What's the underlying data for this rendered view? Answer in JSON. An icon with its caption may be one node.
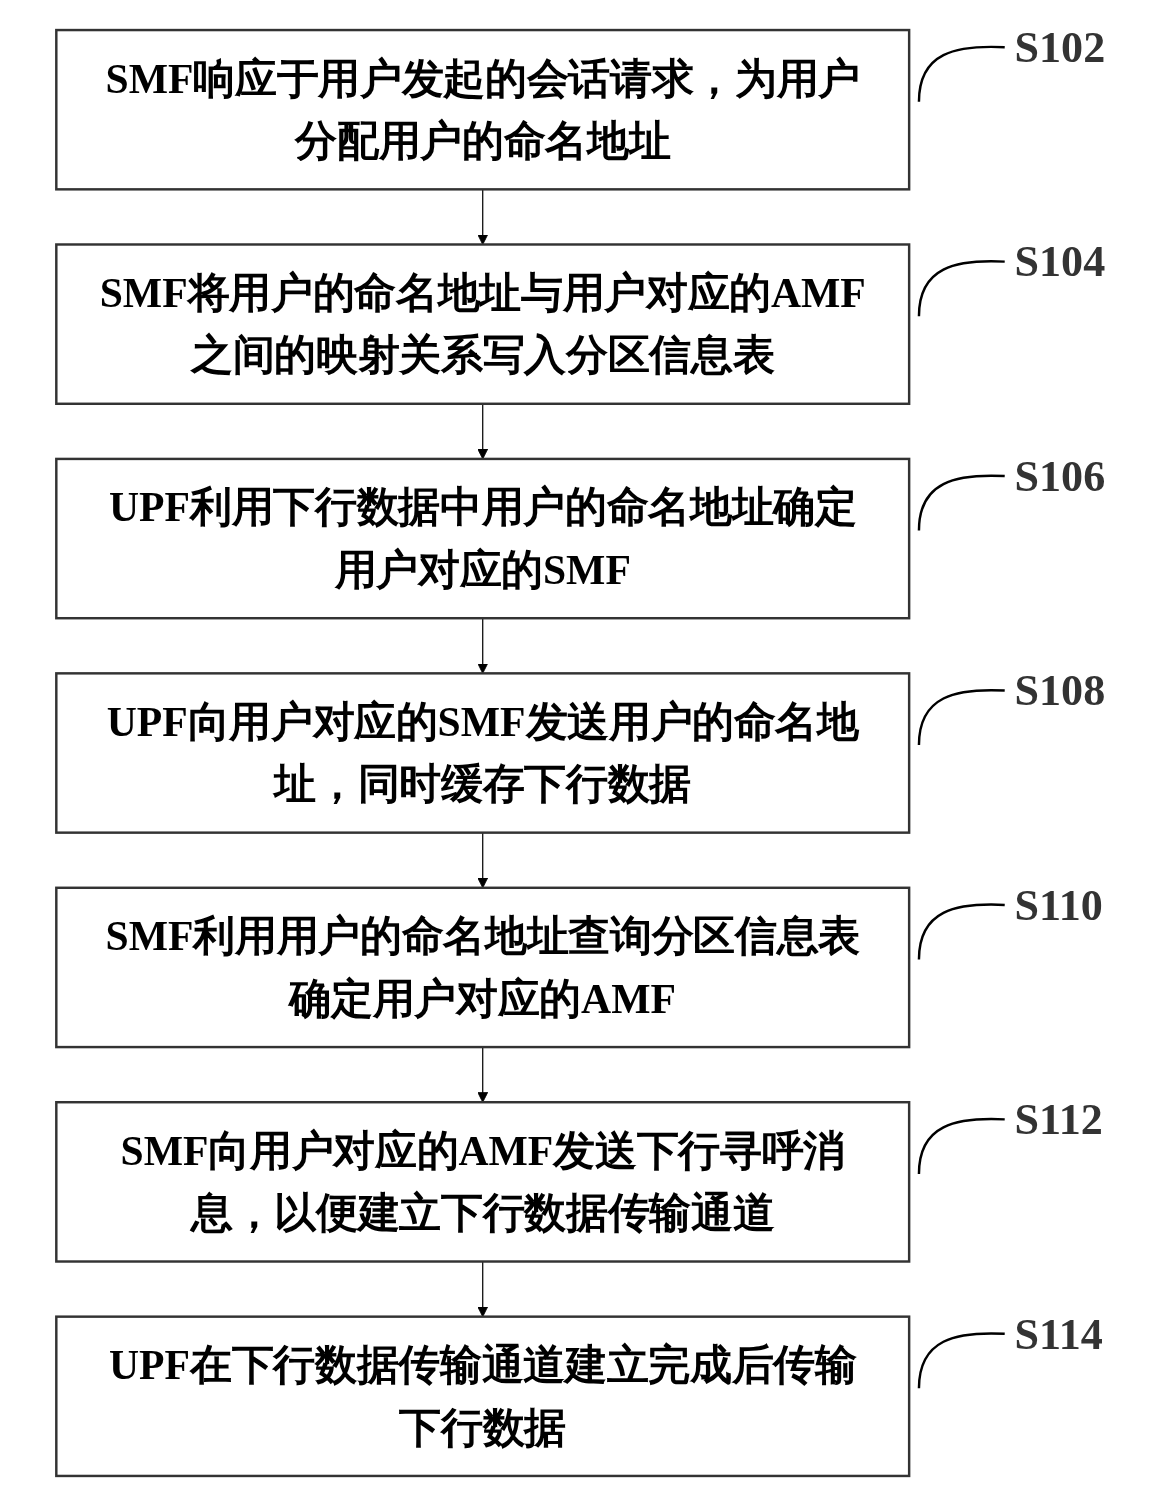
{
  "diagram": {
    "nodes": [
      {
        "text": [
          "SMF响应于用户发起的会话请求，为用户分配用户的命名地址"
        ],
        "beside": [
          "S102"
        ]
      },
      {
        "text": [
          "SMF将用户的命名地址与用户对应的AMF之间的映射关系写入分区信息表"
        ],
        "beside": [
          "S104"
        ]
      },
      {
        "text": [
          "UPF利用下行数据中用户的命名地址确定用户对应的SMF"
        ],
        "beside": [
          "S106"
        ]
      },
      {
        "text": [
          "UPF向用户对应的SMF发送用户的命名地址，同时缓存下行数据"
        ],
        "beside": [
          "S108"
        ]
      },
      {
        "text": [
          "SMF利用用户的命名地址查询分区信息表确定用户对应的AMF"
        ],
        "beside": [
          "S110"
        ]
      },
      {
        "text": [
          "SMF向用户对应的AMF发送下行寻呼消息，以便建立下行数据传输通道"
        ],
        "beside": [
          "S112"
        ]
      },
      {
        "text": [
          "UPF在下行数据传输通道建立完成后传输下行数据"
        ],
        "beside": [
          "S114"
        ]
      }
    ],
    "edges": [
      {
        "from": 0,
        "to": 1,
        "arrow": "to"
      },
      {
        "from": 1,
        "to": 2,
        "arrow": "to"
      },
      {
        "from": 2,
        "to": 3,
        "arrow": "to"
      },
      {
        "from": 3,
        "to": 4,
        "arrow": "to"
      },
      {
        "from": 4,
        "to": 5,
        "arrow": "to"
      },
      {
        "from": 5,
        "to": 6,
        "arrow": "to"
      }
    ]
  }
}
